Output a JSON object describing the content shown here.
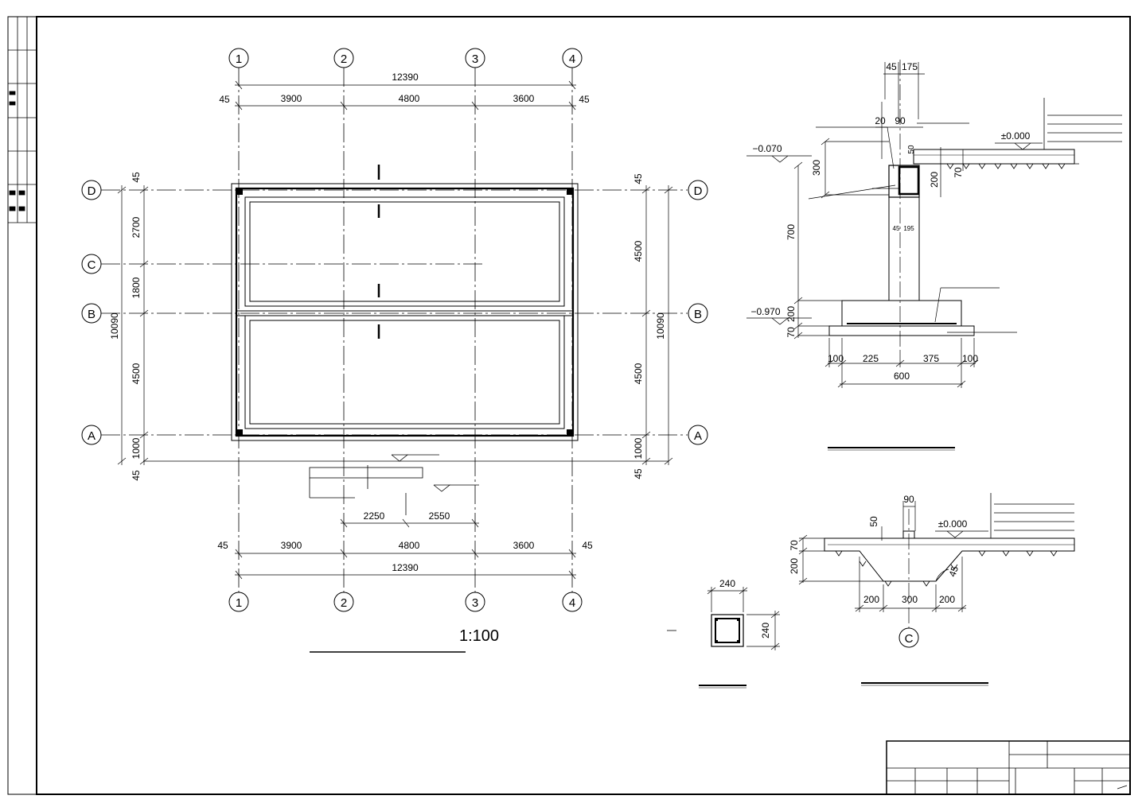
{
  "plan": {
    "scale": "1:100",
    "axes_cols": [
      "1",
      "2",
      "3",
      "4"
    ],
    "axes_rows": [
      "D",
      "C",
      "B",
      "A"
    ],
    "top_total": "12390",
    "top_left_edge": "45",
    "top_right_edge": "45",
    "top_spans": [
      "3900",
      "4800",
      "3600"
    ],
    "bottom_total": "12390",
    "bottom_left_edge": "45",
    "bottom_right_edge": "45",
    "bottom_spans": [
      "3900",
      "4800",
      "3600"
    ],
    "bottom_extra": [
      "2250",
      "2550"
    ],
    "left_dims": [
      "45",
      "2700",
      "1800",
      "4500",
      "1000",
      "45",
      "10090"
    ],
    "right_dims": [
      "45",
      "4500",
      "4500",
      "1000",
      "45",
      "10090"
    ]
  },
  "section1": {
    "top_dims": [
      "45",
      "175"
    ],
    "dim_20": "20",
    "dim_90": "90",
    "dim_50": "50",
    "level_00": "±0.000",
    "level_m007": "−0.070",
    "level_m097": "−0.970",
    "dim_300": "300",
    "dim_700": "700",
    "dim_200": "200",
    "dim_70": "70",
    "dim_200b": "200",
    "dim_70b": "70",
    "wall_dims": [
      "45",
      "195"
    ],
    "bottom_dims": [
      "100",
      "225",
      "375",
      "100"
    ],
    "bottom_total": "600"
  },
  "section2": {
    "dim_50": "50",
    "dim_90": "90",
    "level_00": "±0.000",
    "dim_70": "70",
    "dim_200": "200",
    "dim_45": "45",
    "bottom_dims": [
      "200",
      "300",
      "200"
    ],
    "axis": "C"
  },
  "column_detail": {
    "width": "240",
    "height": "240"
  }
}
